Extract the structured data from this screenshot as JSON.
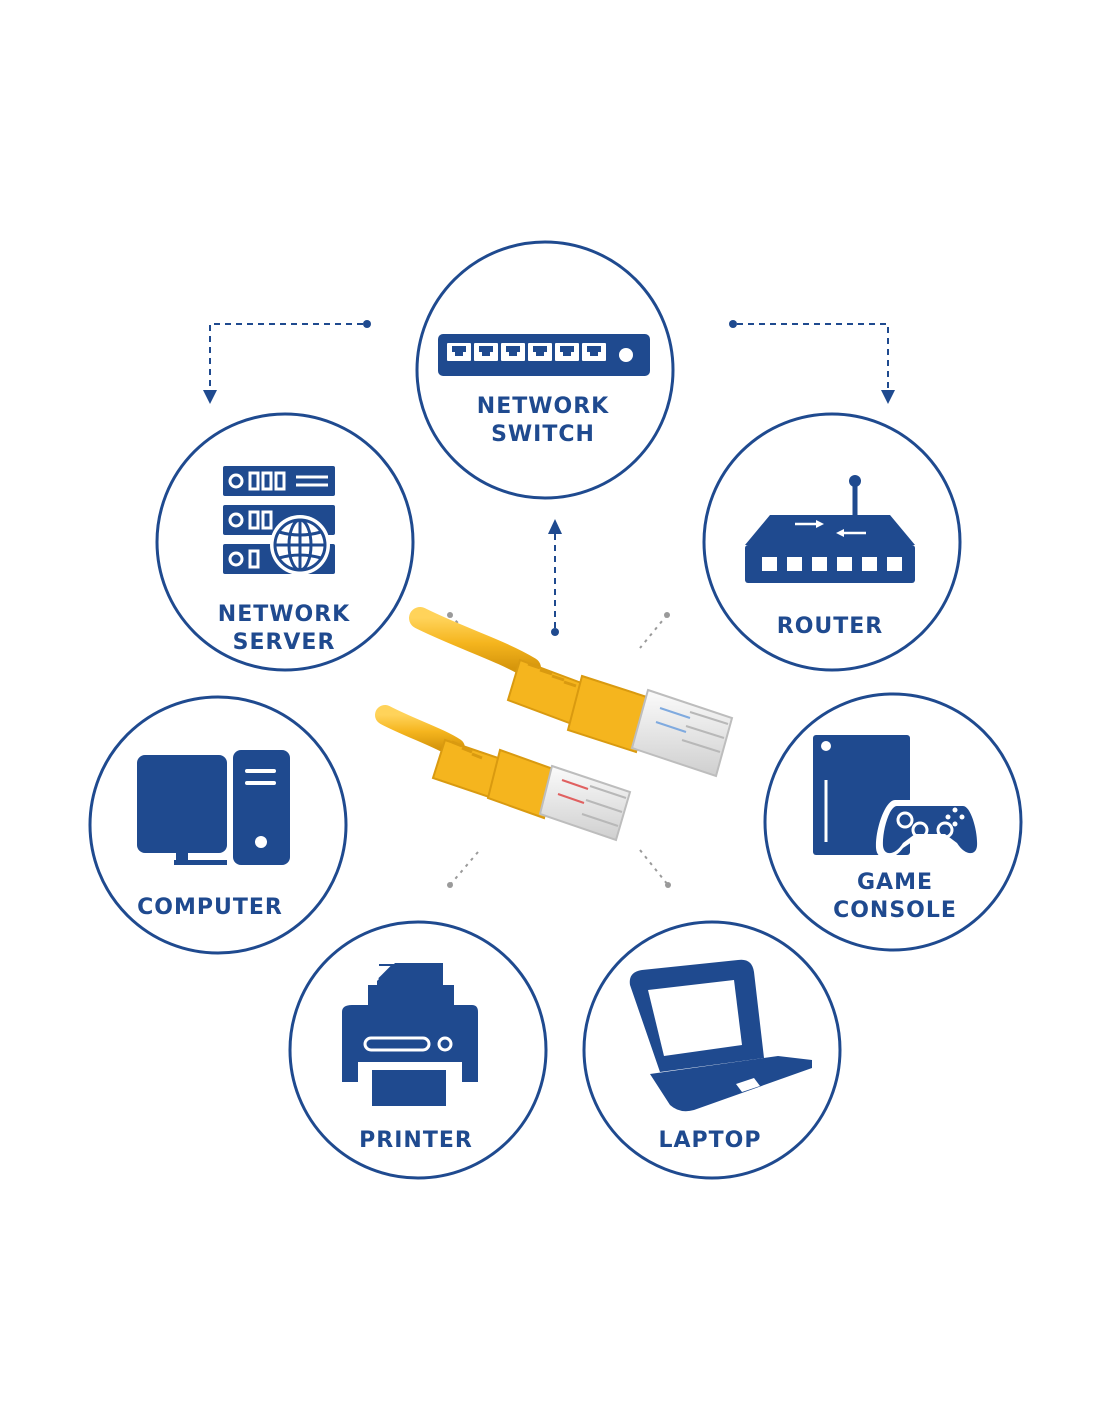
{
  "colors": {
    "primary": "#1f4a8f",
    "cable": "#f5b51e",
    "cable_shade": "#d99a10",
    "connector": "#e6e6e6",
    "dots": "#9a9a9a"
  },
  "nodes": {
    "switch": {
      "line1": "NETWORK",
      "line2": "SWITCH",
      "icon": "network-switch-icon"
    },
    "server": {
      "line1": "NETWORK",
      "line2": "SERVER",
      "icon": "network-server-icon"
    },
    "router": {
      "line1": "ROUTER",
      "icon": "router-icon"
    },
    "computer": {
      "line1": "COMPUTER",
      "icon": "desktop-computer-icon"
    },
    "console": {
      "line1": "GAME",
      "line2": "CONSOLE",
      "icon": "game-console-icon"
    },
    "printer": {
      "line1": "PRINTER",
      "icon": "printer-icon"
    },
    "laptop": {
      "line1": "LAPTOP",
      "icon": "laptop-icon"
    }
  },
  "center": {
    "icon": "ethernet-cable-icon"
  }
}
